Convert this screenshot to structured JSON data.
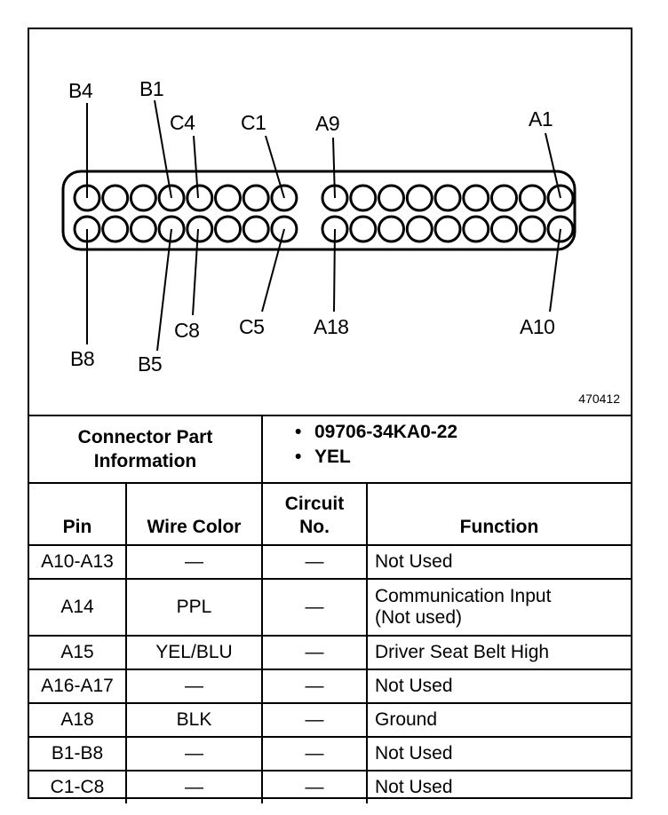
{
  "diagram": {
    "figure_number": "470412",
    "labels": {
      "b4": "B4",
      "b1": "B1",
      "c4": "C4",
      "c1": "C1",
      "a9": "A9",
      "a1": "A1",
      "b8": "B8",
      "b5": "B5",
      "c8": "C8",
      "c5": "C5",
      "a18": "A18",
      "a10": "A10"
    }
  },
  "connector": {
    "heading_line1": "Connector Part",
    "heading_line2": "Information",
    "part_number": "09706-34KA0-22",
    "color": "YEL",
    "bullet": "•"
  },
  "columns": {
    "pin": "Pin",
    "wire_color": "Wire Color",
    "circuit_line1": "Circuit",
    "circuit_line2": "No.",
    "function": "Function"
  },
  "rows": [
    {
      "pin": "A10-A13",
      "wire": "—",
      "circuit": "—",
      "function": "Not Used"
    },
    {
      "pin": "A14",
      "wire": "PPL",
      "circuit": "—",
      "function": "Communication Input",
      "function2": "(Not used)"
    },
    {
      "pin": "A15",
      "wire": "YEL/BLU",
      "circuit": "—",
      "function": "Driver Seat Belt High"
    },
    {
      "pin": "A16-A17",
      "wire": "—",
      "circuit": "—",
      "function": "Not Used"
    },
    {
      "pin": "A18",
      "wire": "BLK",
      "circuit": "—",
      "function": "Ground"
    },
    {
      "pin": "B1-B8",
      "wire": "—",
      "circuit": "—",
      "function": "Not Used"
    },
    {
      "pin": "C1-C8",
      "wire": "—",
      "circuit": "—",
      "function": "Not Used"
    }
  ]
}
